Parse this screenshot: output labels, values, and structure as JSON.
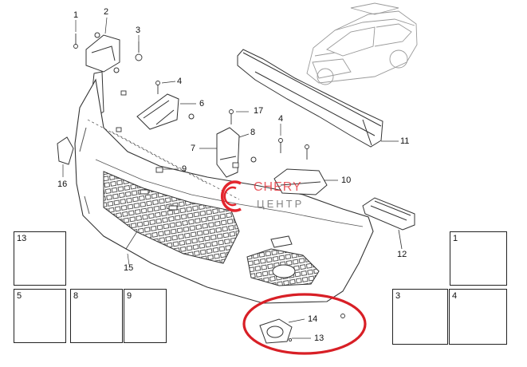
{
  "callouts": {
    "c1": "1",
    "c2": "2",
    "c3": "3",
    "c4a": "4",
    "c6": "6",
    "c17": "17",
    "c8": "8",
    "c7": "7",
    "c9": "9",
    "c4b": "4",
    "c10": "10",
    "c11": "11",
    "c12": "12",
    "c16": "16",
    "c15": "15",
    "c14": "14",
    "c13": "13"
  },
  "detail_boxes": {
    "b13": "13",
    "b5": "5",
    "b8": "8",
    "b9": "9",
    "b1": "1",
    "b3": "3",
    "b4": "4"
  },
  "watermark": {
    "brand": "CHERY",
    "sub": "ЦЕНТР",
    "colors": {
      "brand": "#e3262e",
      "sub": "#666666"
    }
  },
  "highlight": {
    "color": "#d81f26"
  }
}
